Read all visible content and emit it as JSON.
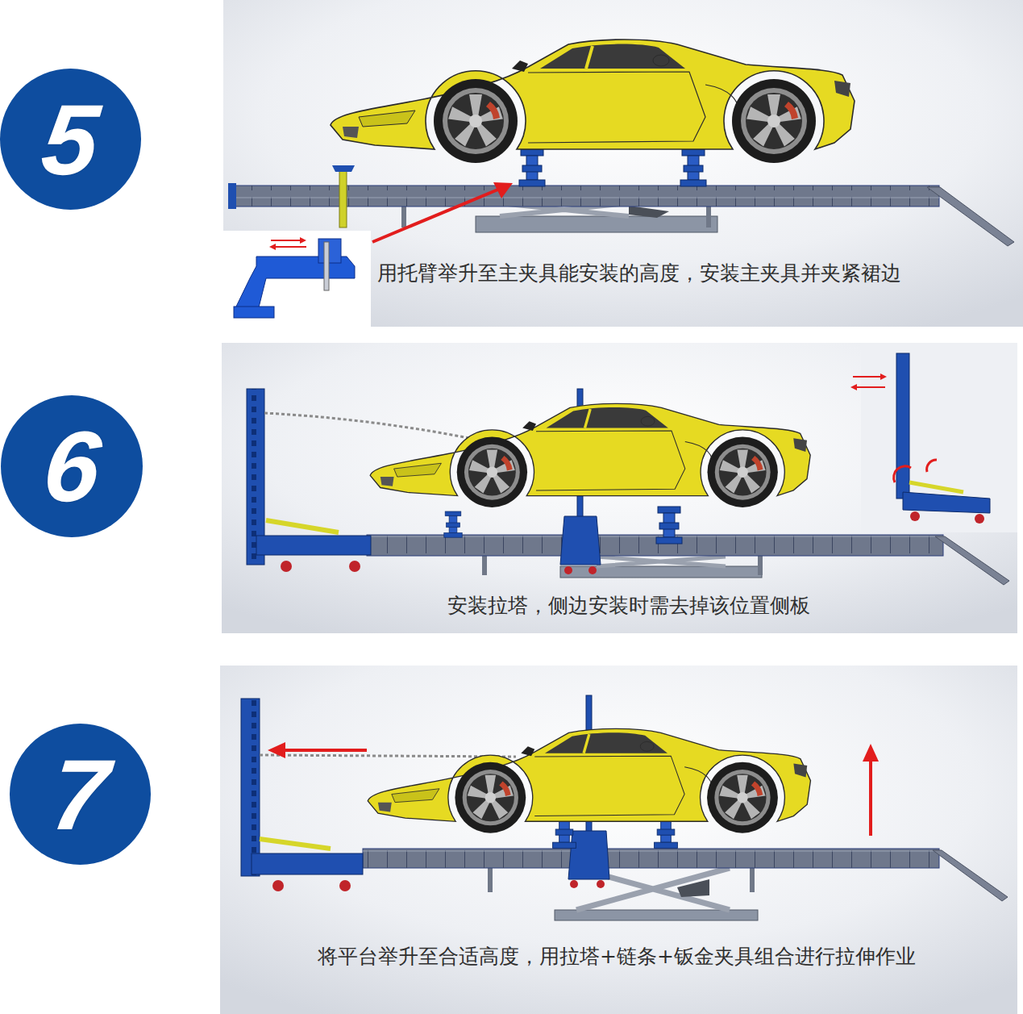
{
  "diagram": {
    "nodes": [
      {
        "text": [
          "5"
        ]
      },
      {
        "text": [
          "用托臂举升至主夹具能安装的高度，安装主夹具并夹紧裙边"
        ]
      },
      {
        "text": [
          "6"
        ]
      },
      {
        "text": [
          "安装拉塔，侧边安装时需去掉该位置侧板"
        ]
      },
      {
        "text": [
          "7"
        ]
      },
      {
        "text": [
          "将平台举升至合适高度，用拉塔+链条+钣金夹具组合进行拉伸作业"
        ]
      }
    ]
  }
}
